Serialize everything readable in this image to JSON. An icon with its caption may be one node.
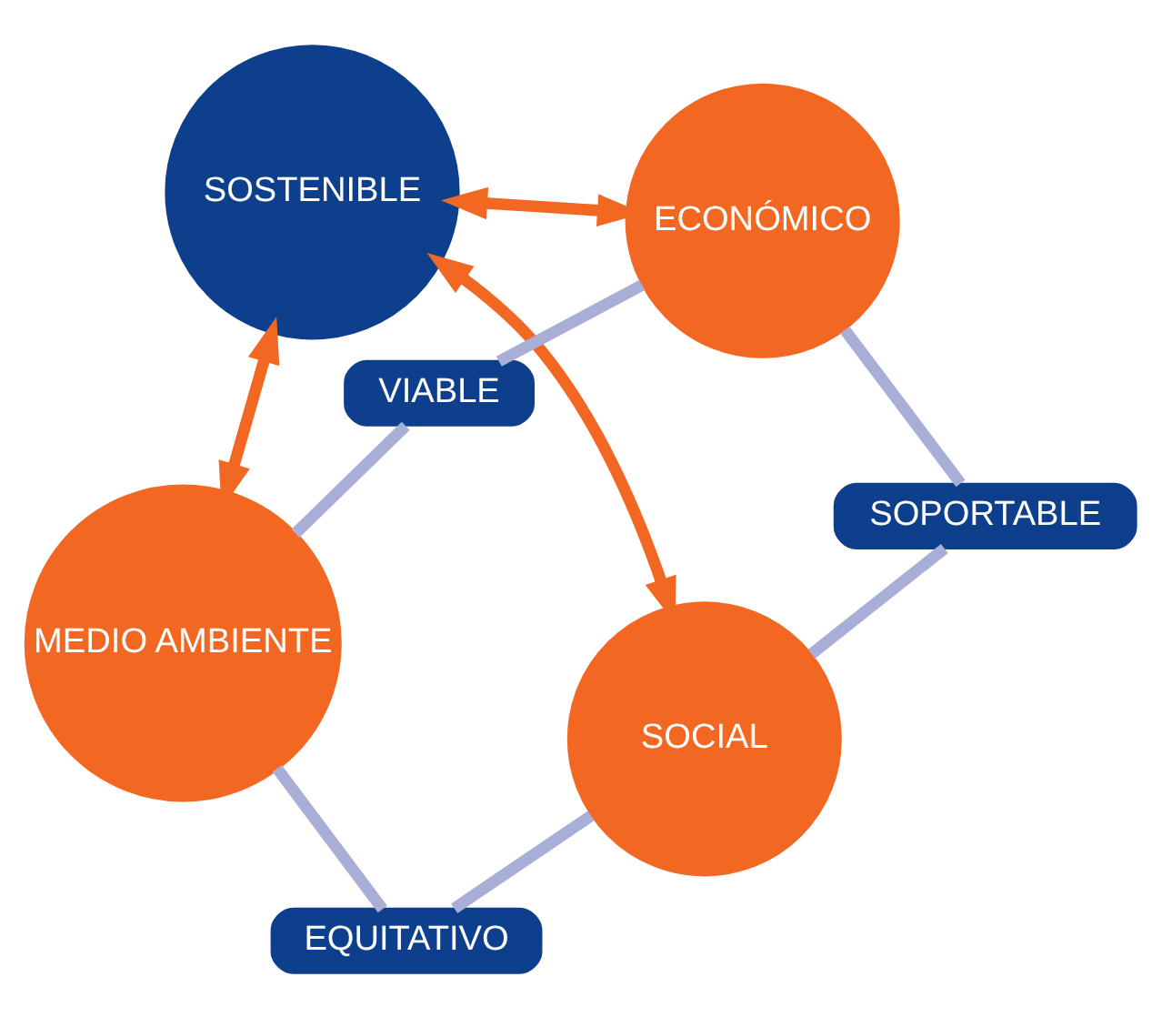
{
  "diagram": {
    "nodes": [
      {
        "text": [
          "SOCIAL"
        ]
      },
      {
        "text": [
          "SOPORTABLE"
        ]
      },
      {
        "text": [
          "EQUITATIVO"
        ]
      },
      {
        "text": [
          "SOSTENIBLE"
        ]
      },
      {
        "text": [
          "ECONÓMICO"
        ]
      },
      {
        "text": [
          "VIABLE"
        ]
      },
      {
        "text": [
          "MEDIO AMBIENTE"
        ]
      }
    ],
    "edges": [
      {
        "from": 0,
        "to": 3,
        "arrow": "both",
        "color": "#f26722"
      },
      {
        "from": 3,
        "to": 4,
        "arrow": "both",
        "color": "#f26722"
      },
      {
        "from": 3,
        "to": 6,
        "arrow": "both",
        "color": "#f26722"
      },
      {
        "from": 0,
        "to": 1,
        "arrow": "none",
        "color": "#a9aed6"
      },
      {
        "from": 1,
        "to": 4,
        "arrow": "none",
        "color": "#a9aed6"
      },
      {
        "from": 4,
        "to": 5,
        "arrow": "none",
        "color": "#a9aed6"
      },
      {
        "from": 5,
        "to": 6,
        "arrow": "none",
        "color": "#a9aed6"
      },
      {
        "from": 6,
        "to": 2,
        "arrow": "none",
        "color": "#a9aed6"
      },
      {
        "from": 2,
        "to": 0,
        "arrow": "none",
        "color": "#a9aed6"
      }
    ]
  }
}
